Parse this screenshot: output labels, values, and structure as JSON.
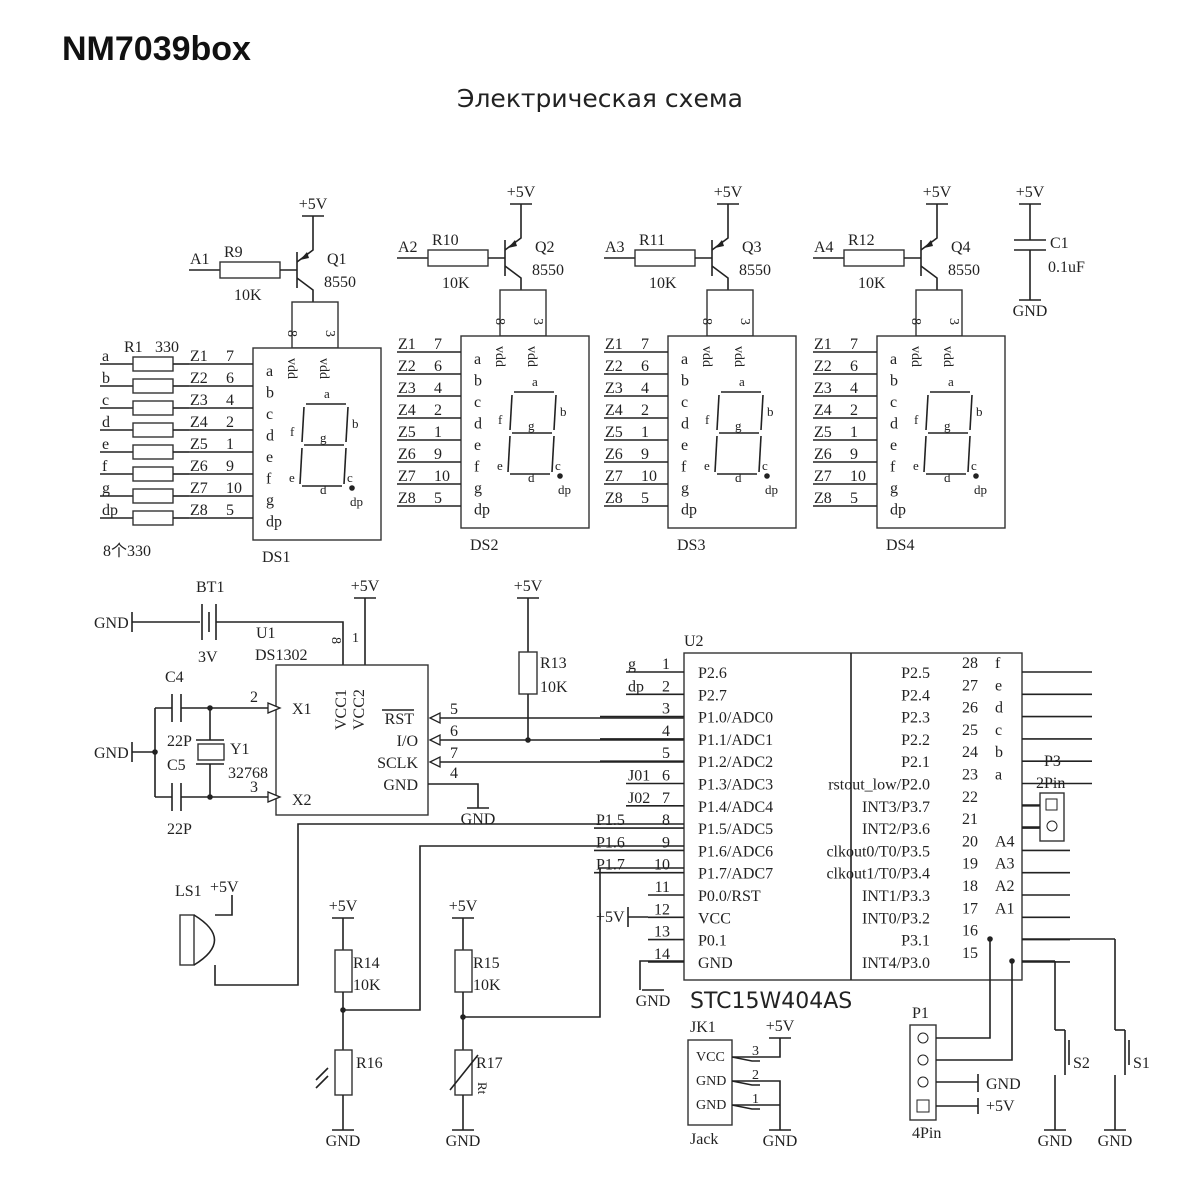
{
  "header": {
    "title": "NM7039box",
    "subtitle": "Электрическая схема"
  },
  "displays": [
    {
      "name": "DS1",
      "transistor": "Q1",
      "transistor_value": "8550",
      "resistor": "R9",
      "resistor_value": "10K",
      "input": "A1",
      "supply": "+5V"
    },
    {
      "name": "DS2",
      "transistor": "Q2",
      "transistor_value": "8550",
      "resistor": "R10",
      "resistor_value": "10K",
      "input": "A2",
      "supply": "+5V"
    },
    {
      "name": "DS3",
      "transistor": "Q3",
      "transistor_value": "8550",
      "resistor": "R11",
      "resistor_value": "10K",
      "input": "A3",
      "supply": "+5V"
    },
    {
      "name": "DS4",
      "transistor": "Q4",
      "transistor_value": "8550",
      "resistor": "R12",
      "resistor_value": "10K",
      "input": "A4",
      "supply": "+5V"
    }
  ],
  "display_pins": {
    "segments": [
      "a",
      "b",
      "c",
      "d",
      "e",
      "f",
      "g",
      "dp"
    ],
    "nets": [
      "Z1",
      "Z2",
      "Z3",
      "Z4",
      "Z5",
      "Z6",
      "Z7",
      "Z8"
    ],
    "pin_numbers": [
      "7",
      "6",
      "4",
      "2",
      "1",
      "9",
      "10",
      "5"
    ],
    "common_pins": [
      "8",
      "3"
    ],
    "vdd": "vdd",
    "digit_segments": [
      "a",
      "b",
      "c",
      "d",
      "e",
      "f",
      "g",
      "dp"
    ]
  },
  "segment_resistors": {
    "name": "R1",
    "value": "330",
    "inputs": [
      "a",
      "b",
      "c",
      "d",
      "e",
      "f",
      "g",
      "dp"
    ],
    "note": "8个330"
  },
  "c1": {
    "name": "C1",
    "value": "0.1uF",
    "supply": "+5V",
    "ground": "GND"
  },
  "battery": {
    "name": "BT1",
    "value": "3V",
    "ground": "GND"
  },
  "rtc": {
    "name": "U1",
    "part": "DS1302",
    "supply": "+5V",
    "ground": "GND",
    "vcc_pins": [
      "8",
      "1"
    ],
    "pins": {
      "x1": "X1",
      "x2": "X2",
      "vcc1": "VCC1",
      "vcc2": "VCC2",
      "rst": "RST",
      "io": "I/O",
      "sclk": "SCLK",
      "gnd": "GND"
    },
    "pin_numbers": {
      "x1": "2",
      "x2": "3",
      "rst": "5",
      "io": "6",
      "sclk": "7",
      "gnd": "4"
    }
  },
  "crystal": {
    "c4": "C4",
    "c4_value": "22P",
    "c5": "C5",
    "c5_value": "22P",
    "y1": "Y1",
    "y1_value": "32768",
    "ground": "GND"
  },
  "r13": {
    "name": "R13",
    "value": "10K",
    "supply": "+5V"
  },
  "mcu": {
    "name": "U2",
    "part": "STC15W404AS",
    "supply": "+5V",
    "ground": "GND",
    "left_pins": [
      {
        "num": "1",
        "name": "P2.6",
        "net": "g"
      },
      {
        "num": "2",
        "name": "P2.7",
        "net": "dp"
      },
      {
        "num": "3",
        "name": "P1.0/ADC0",
        "net": ""
      },
      {
        "num": "4",
        "name": "P1.1/ADC1",
        "net": ""
      },
      {
        "num": "5",
        "name": "P1.2/ADC2",
        "net": ""
      },
      {
        "num": "6",
        "name": "P1.3/ADC3",
        "net": "J01"
      },
      {
        "num": "7",
        "name": "P1.4/ADC4",
        "net": "J02"
      },
      {
        "num": "8",
        "name": "P1.5/ADC5",
        "net": "P1.5"
      },
      {
        "num": "9",
        "name": "P1.6/ADC6",
        "net": "P1.6"
      },
      {
        "num": "10",
        "name": "P1.7/ADC7",
        "net": "P1.7"
      },
      {
        "num": "11",
        "name": "P0.0/RST",
        "net": ""
      },
      {
        "num": "12",
        "name": "VCC",
        "net": ""
      },
      {
        "num": "13",
        "name": "P0.1",
        "net": ""
      },
      {
        "num": "14",
        "name": "GND",
        "net": ""
      }
    ],
    "right_pins": [
      {
        "num": "28",
        "name": "P2.5",
        "net": "f"
      },
      {
        "num": "27",
        "name": "P2.4",
        "net": "e"
      },
      {
        "num": "26",
        "name": "P2.3",
        "net": "d"
      },
      {
        "num": "25",
        "name": "P2.2",
        "net": "c"
      },
      {
        "num": "24",
        "name": "P2.1",
        "net": "b"
      },
      {
        "num": "23",
        "name": "rstout_low/P2.0",
        "net": "a"
      },
      {
        "num": "22",
        "name": "INT3/P3.7",
        "net": ""
      },
      {
        "num": "21",
        "name": "INT2/P3.6",
        "net": ""
      },
      {
        "num": "20",
        "name": "clkout0/T0/P3.5",
        "net": "A4"
      },
      {
        "num": "19",
        "name": "clkout1/T0/P3.4",
        "net": "A3"
      },
      {
        "num": "18",
        "name": "INT1/P3.3",
        "net": "A2"
      },
      {
        "num": "17",
        "name": "INT0/P3.2",
        "net": "A1"
      },
      {
        "num": "16",
        "name": "P3.1",
        "net": ""
      },
      {
        "num": "15",
        "name": "INT4/P3.0",
        "net": ""
      }
    ]
  },
  "buzzer": {
    "name": "LS1",
    "supply": "+5V"
  },
  "r14": {
    "name": "R14",
    "value": "10K",
    "supply": "+5V"
  },
  "r15": {
    "name": "R15",
    "value": "10K",
    "supply": "+5V"
  },
  "r16": {
    "name": "R16",
    "ground": "GND"
  },
  "r17": {
    "name": "R17",
    "symbol": "Rt",
    "ground": "GND"
  },
  "jack": {
    "name": "JK1",
    "label": "Jack",
    "pins": [
      "VCC",
      "GND",
      "GND"
    ],
    "pin_numbers": [
      "3",
      "2",
      "1"
    ],
    "supply": "+5V",
    "ground": "GND"
  },
  "p3": {
    "name": "P3",
    "type": "2Pin"
  },
  "p1": {
    "name": "P1",
    "type": "4Pin",
    "gnd": "GND",
    "supply": "+5V"
  },
  "switches": [
    {
      "name": "S2",
      "ground": "GND"
    },
    {
      "name": "S1",
      "ground": "GND"
    }
  ]
}
